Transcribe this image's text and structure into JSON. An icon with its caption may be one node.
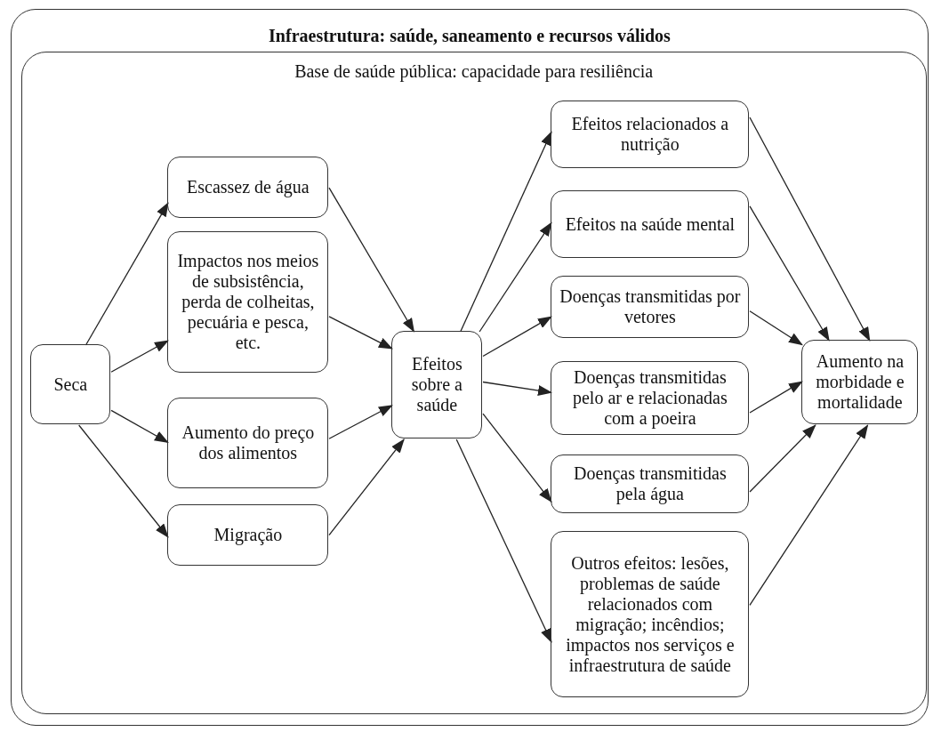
{
  "diagram": {
    "nodes": [
      {
        "text": [
          "Infraestrutura: saúde, saneamento e recursos válidos"
        ]
      },
      {
        "text": [
          "Base de saúde pública: capacidade para resiliência"
        ],
        "in": 0
      },
      {
        "text": [
          "Seca"
        ],
        "in": 1
      },
      {
        "text": [
          "Escassez de água"
        ],
        "in": 1
      },
      {
        "text": [
          "Impactos nos meios de subsistência, perda de colheitas, pecuária e pesca, etc."
        ],
        "in": 1
      },
      {
        "text": [
          "Aumento do preço dos alimentos"
        ],
        "in": 1
      },
      {
        "text": [
          "Migração"
        ],
        "in": 1
      },
      {
        "text": [
          "Efeitos sobre a saúde"
        ],
        "in": 1
      },
      {
        "text": [
          "Efeitos relacionados a nutrição"
        ],
        "in": 1
      },
      {
        "text": [
          "Efeitos na saúde mental"
        ],
        "in": 1
      },
      {
        "text": [
          "Doenças transmitidas por vetores"
        ],
        "in": 1
      },
      {
        "text": [
          "Doenças transmitidas pelo ar e relacionadas com a poeira"
        ],
        "in": 1
      },
      {
        "text": [
          "Doenças transmitidas pela água"
        ],
        "in": 1
      },
      {
        "text": [
          "Outros efeitos: lesões, problemas de saúde relacionados com migração; incêndios; impactos nos serviços e infraestrutura de saúde"
        ],
        "in": 1
      },
      {
        "text": [
          "Aumento na morbidade e mortalidade"
        ],
        "in": 1
      }
    ],
    "edges": [
      {
        "from": 2,
        "to": 3,
        "arrow": "to"
      },
      {
        "from": 2,
        "to": 4,
        "arrow": "to"
      },
      {
        "from": 2,
        "to": 5,
        "arrow": "to"
      },
      {
        "from": 2,
        "to": 6,
        "arrow": "to"
      },
      {
        "from": 3,
        "to": 7,
        "arrow": "to"
      },
      {
        "from": 4,
        "to": 7,
        "arrow": "to"
      },
      {
        "from": 5,
        "to": 7,
        "arrow": "to"
      },
      {
        "from": 6,
        "to": 7,
        "arrow": "to"
      },
      {
        "from": 7,
        "to": 8,
        "arrow": "to"
      },
      {
        "from": 7,
        "to": 9,
        "arrow": "to"
      },
      {
        "from": 7,
        "to": 10,
        "arrow": "to"
      },
      {
        "from": 7,
        "to": 11,
        "arrow": "to"
      },
      {
        "from": 7,
        "to": 12,
        "arrow": "to"
      },
      {
        "from": 7,
        "to": 13,
        "arrow": "to"
      },
      {
        "from": 8,
        "to": 14,
        "arrow": "to"
      },
      {
        "from": 9,
        "to": 14,
        "arrow": "to"
      },
      {
        "from": 10,
        "to": 14,
        "arrow": "to"
      },
      {
        "from": 11,
        "to": 14,
        "arrow": "to"
      },
      {
        "from": 12,
        "to": 14,
        "arrow": "to"
      },
      {
        "from": 13,
        "to": 14,
        "arrow": "to"
      }
    ]
  }
}
